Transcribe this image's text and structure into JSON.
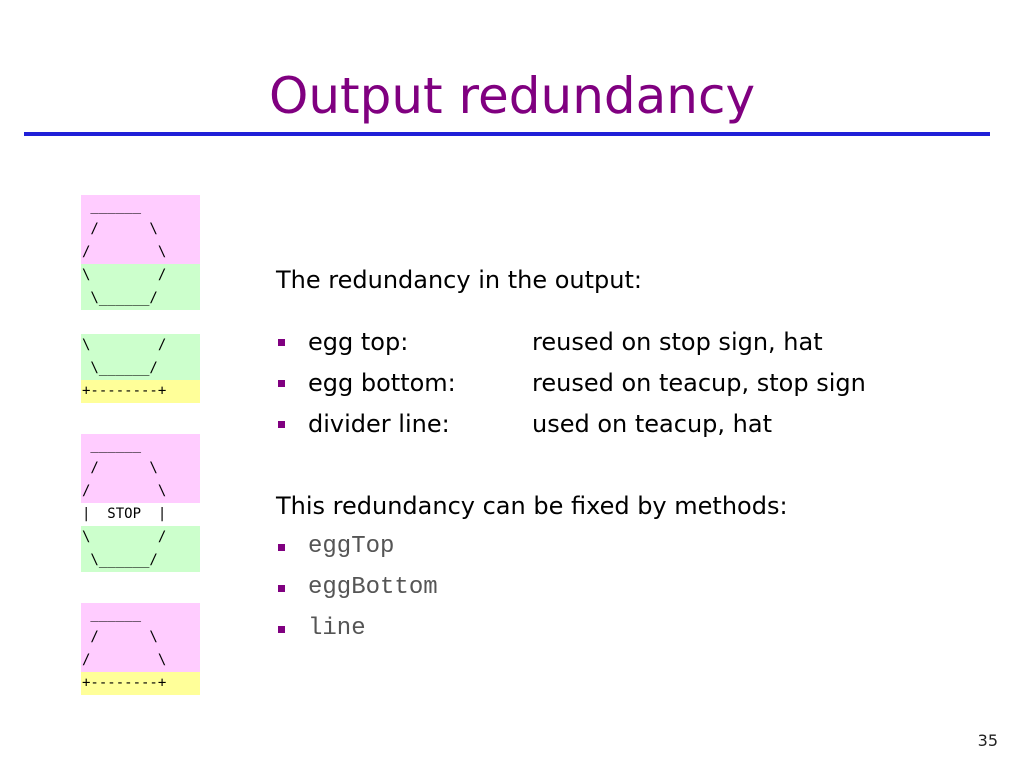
{
  "slide": {
    "title": "Output redundancy",
    "page_number": "35",
    "colors": {
      "title": "#800080",
      "rule": "#2020d8",
      "bullet": "#800080",
      "pink": "#ffccff",
      "green": "#ccffcc",
      "yellow": "#ffff99"
    }
  },
  "art": {
    "egg": [
      " ______ ",
      " /      \\",
      "/        \\",
      "\\        /",
      " \\______/"
    ],
    "teacup": [
      "\\        /",
      " \\______/",
      "+--------+"
    ],
    "stop_sign": [
      " ______ ",
      " /      \\",
      "/        \\",
      "|  STOP  |",
      "\\        /",
      " \\______/"
    ],
    "hat": [
      " ______ ",
      " /      \\",
      "/        \\",
      "+--------+"
    ]
  },
  "content": {
    "intro": "The redundancy in the output:",
    "redundancies": [
      {
        "label": "egg top:",
        "value": "reused on stop sign, hat"
      },
      {
        "label": "egg bottom:",
        "value": "reused on teacup, stop sign"
      },
      {
        "label": "divider line:",
        "value": "used on teacup, hat"
      }
    ],
    "outro": "This redundancy can be fixed by methods:",
    "methods": [
      "eggTop",
      "eggBottom",
      "line"
    ]
  }
}
